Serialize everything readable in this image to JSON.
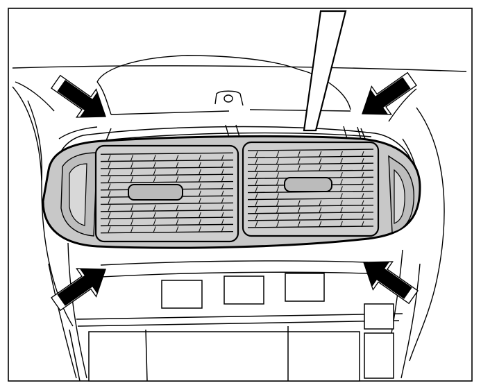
{
  "figure": {
    "kind": "technical-illustration",
    "subject": "dashboard-center-air-vent-removal",
    "colors": {
      "line": "#000000",
      "background": "#ffffff",
      "vent_fill": "#c8c8c8",
      "vent_shadow": "#9a9a9a",
      "arrow_fill": "#000000"
    },
    "icons": [
      "arrow-icon-top-left",
      "arrow-icon-top-right",
      "arrow-icon-bottom-left",
      "arrow-icon-bottom-right"
    ]
  }
}
